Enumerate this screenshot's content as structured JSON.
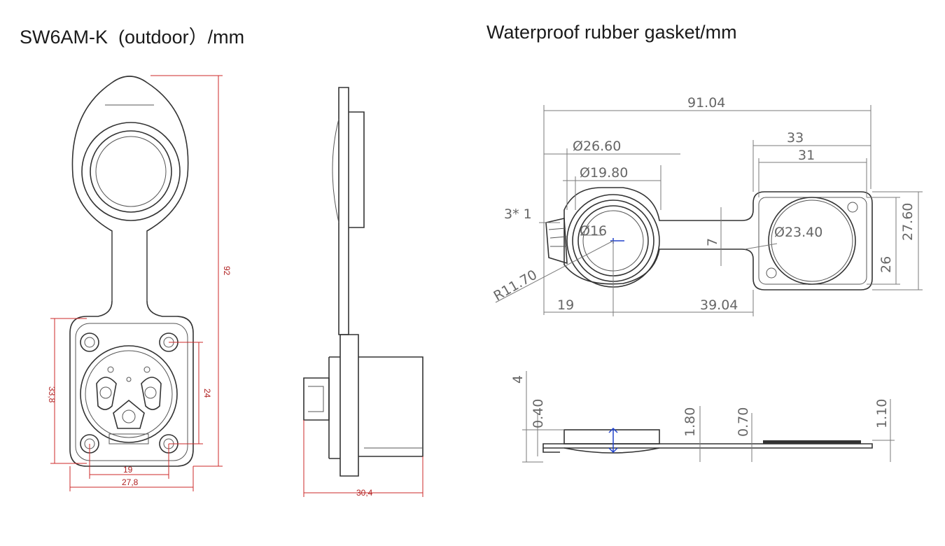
{
  "titles": {
    "left": "SW6AM-K  (outdoor）/mm",
    "right": "Waterproof rubber gasket/mm"
  },
  "connector_dims": {
    "height": "92",
    "plate_height": "33,8",
    "hole_vertical": "24",
    "hole_horizontal": "19",
    "plate_width": "27,8",
    "side_depth": "30,4"
  },
  "gasket_dims": {
    "overall_length": "91.04",
    "outer_diameter": "Ø26.60",
    "inner_diameter": "Ø19.80",
    "center_hole": "Ø16",
    "square_width_outer": "33",
    "square_width_inner": "31",
    "square_circle": "Ø23.40",
    "square_height_outer": "27.60",
    "square_height_inner": "26",
    "strap_width": "7",
    "tab": "3* 1",
    "radius": "R11.70",
    "left_offset": "19",
    "center_to_square": "39.04",
    "side_total": "4",
    "side_lip": "0.40",
    "side_ring": "1.80",
    "side_strap": "0.70",
    "side_pad": "1.10"
  },
  "colors": {
    "outline": "#333333",
    "dimension_red": "#cc2a2a",
    "dimension_grey": "#7a7a7a",
    "center_mark": "#2244cc"
  }
}
